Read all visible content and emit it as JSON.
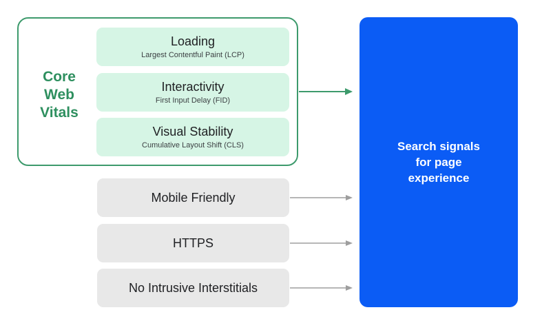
{
  "core_web_vitals": {
    "label_lines": [
      "Core",
      "Web",
      "Vitals"
    ],
    "metrics": [
      {
        "title": "Loading",
        "subtitle": "Largest Contentful Paint (LCP)"
      },
      {
        "title": "Interactivity",
        "subtitle": "First Input Delay (FID)"
      },
      {
        "title": "Visual Stability",
        "subtitle": "Cumulative Layout Shift (CLS)"
      }
    ]
  },
  "signals": [
    {
      "label": "Mobile Friendly"
    },
    {
      "label": "HTTPS"
    },
    {
      "label": "No Intrusive Interstitials"
    }
  ],
  "target": {
    "lines": [
      "Search signals",
      "for page",
      "experience"
    ]
  },
  "colors": {
    "cwv_accent": "#3d9a6c",
    "metric_fill": "#d6f5e5",
    "signal_fill": "#e8e8e8",
    "target_fill": "#0b5cf5",
    "gray_arrow": "#9e9e9e"
  }
}
